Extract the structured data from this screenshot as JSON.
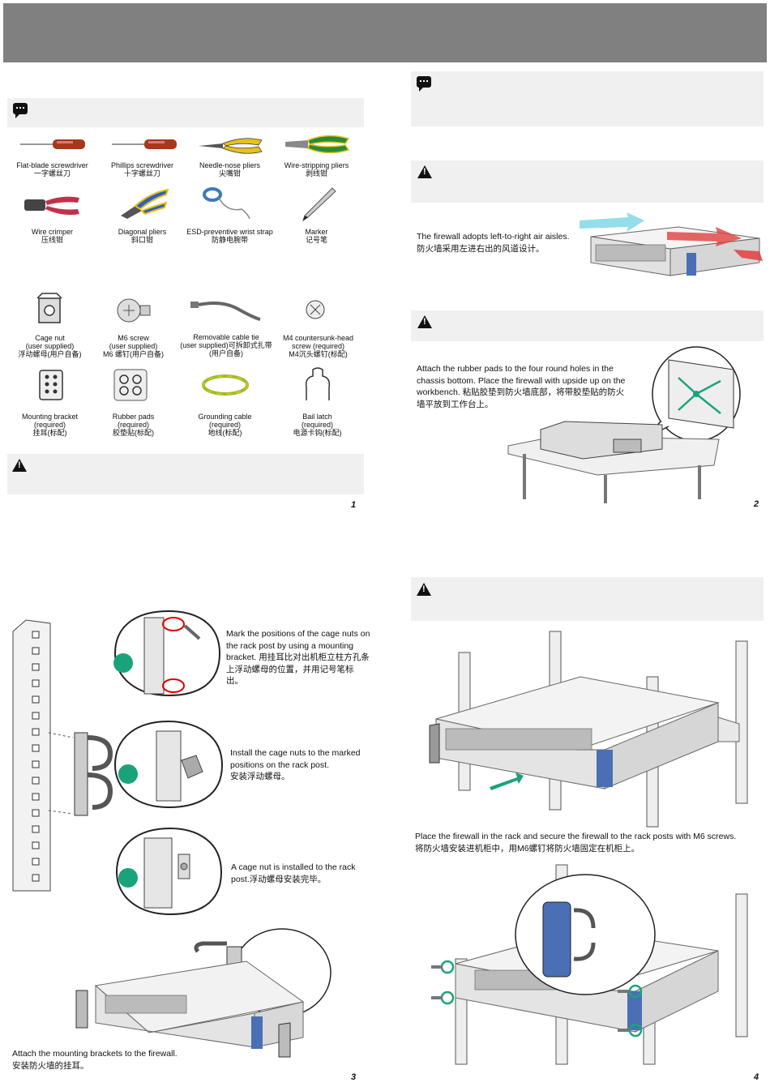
{
  "page1": {
    "tools": [
      {
        "en": "Flat-blade screwdriver",
        "zh": "一字螺丝刀",
        "icon": "flat-screwdriver-icon"
      },
      {
        "en": "Phillips screwdriver",
        "zh": "十字螺丝刀",
        "icon": "phillips-screwdriver-icon"
      },
      {
        "en": "Needle-nose pliers",
        "zh": "尖嘴钳",
        "icon": "needle-nose-pliers-icon"
      },
      {
        "en": "Wire-stripping pliers",
        "zh": "剥线钳",
        "icon": "wire-stripping-pliers-icon"
      },
      {
        "en": "Wire crimper",
        "zh": "压线钳",
        "icon": "wire-crimper-icon"
      },
      {
        "en": "Diagonal pliers",
        "zh": "斜口钳",
        "icon": "diagonal-pliers-icon"
      },
      {
        "en": "ESD-preventive wrist strap",
        "zh": "防静电腕带",
        "icon": "wrist-strap-icon"
      },
      {
        "en": "Marker",
        "zh": "记号笔",
        "icon": "marker-icon"
      }
    ],
    "parts": [
      {
        "l1": "Cage nut",
        "l2": "(user supplied)",
        "l3": "浮动螺母(用户自备)",
        "icon": "cage-nut-icon"
      },
      {
        "l1": "M6 screw",
        "l2": "(user supplied)",
        "l3": "M6 螺钉(用户自备)",
        "icon": "m6-screw-icon"
      },
      {
        "l1": "Removable cable tie",
        "l2": "(user supplied)可拆卸式扎带",
        "l3": "(用户自备)",
        "icon": "cable-tie-icon"
      },
      {
        "l1": "M4 countersunk-head",
        "l2": "screw (required)",
        "l3": "M4沉头螺钉(标配)",
        "icon": "m4-screw-icon"
      },
      {
        "l1": "Mounting bracket",
        "l2": "(required)",
        "l3": "挂耳(标配)",
        "icon": "mounting-bracket-icon"
      },
      {
        "l1": "Rubber pads",
        "l2": "(required)",
        "l3": "胶垫贴(标配)",
        "icon": "rubber-pads-icon"
      },
      {
        "l1": "Grounding cable",
        "l2": "(required)",
        "l3": "地线(标配)",
        "icon": "grounding-cable-icon"
      },
      {
        "l1": "Bail latch",
        "l2": "(required)",
        "l3": "电源卡钩(标配)",
        "icon": "bail-latch-icon"
      }
    ],
    "number": "1"
  },
  "page2": {
    "airflow_en": "The firewall adopts left-to-right air aisles.",
    "airflow_zh": "防火墙采用左进右出的风道设计。",
    "pads_text": "Attach the rubber pads to the four round holes in the chassis bottom. Place the firewall with upside up on the workbench.  粘贴胶垫到防火墙底部，将带胶垫贴的防火墙平放到工作台上。",
    "number": "2"
  },
  "page3": {
    "step1_en": "Mark the positions of the cage nuts on the rack post by using a mounting bracket.",
    "step1_zh": "用挂耳比对出机柜立柱方孔条上浮动螺母的位置，并用记号笔标出。",
    "step2_en": "Install the cage nuts to the marked positions on the rack post.",
    "step2_zh": "安装浮动螺母。",
    "step3_en": "A cage nut is installed to the rack post.",
    "step3_zh": "浮动螺母安装完毕。",
    "bracket_en": "Attach the mounting brackets to the firewall.",
    "bracket_zh": "安装防火墙的挂耳。",
    "number": "3"
  },
  "page4": {
    "rack_en": "Place the firewall in the rack and secure the firewall to the rack posts with M6 screws.",
    "rack_zh": "将防火墙安装进机柜中，用M6螺钉将防火墙固定在机柜上。",
    "number": "4"
  },
  "colors": {
    "accent_green": "#1aa37a",
    "mark_red": "#d00",
    "bracket_blue": "#4a6fb5"
  }
}
